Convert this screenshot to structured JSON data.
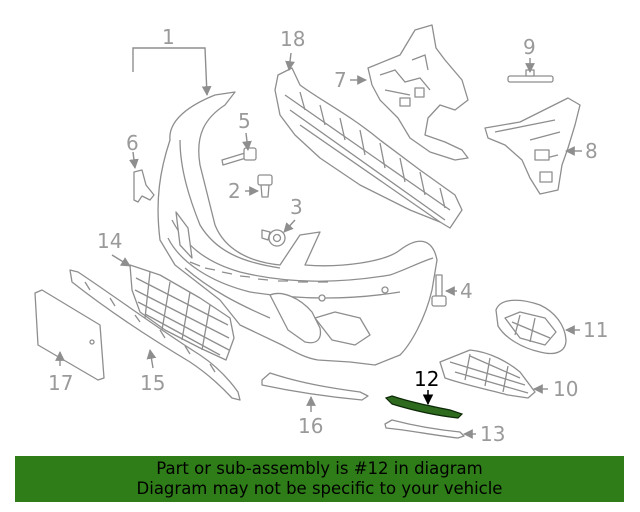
{
  "diagram": {
    "callouts": [
      "1",
      "2",
      "3",
      "4",
      "5",
      "6",
      "7",
      "8",
      "9",
      "10",
      "11",
      "12",
      "13",
      "14",
      "15",
      "16",
      "17",
      "18"
    ],
    "highlighted_part": "12",
    "colors": {
      "part_outline": "#8e8e8e",
      "highlight_fill": "#2e6b1f",
      "banner_bg": "#2e7d18",
      "active_label": "#000000"
    }
  },
  "banner": {
    "line1": "Part or sub-assembly is #12 in diagram",
    "line2": "Diagram may not be specific to your vehicle"
  }
}
